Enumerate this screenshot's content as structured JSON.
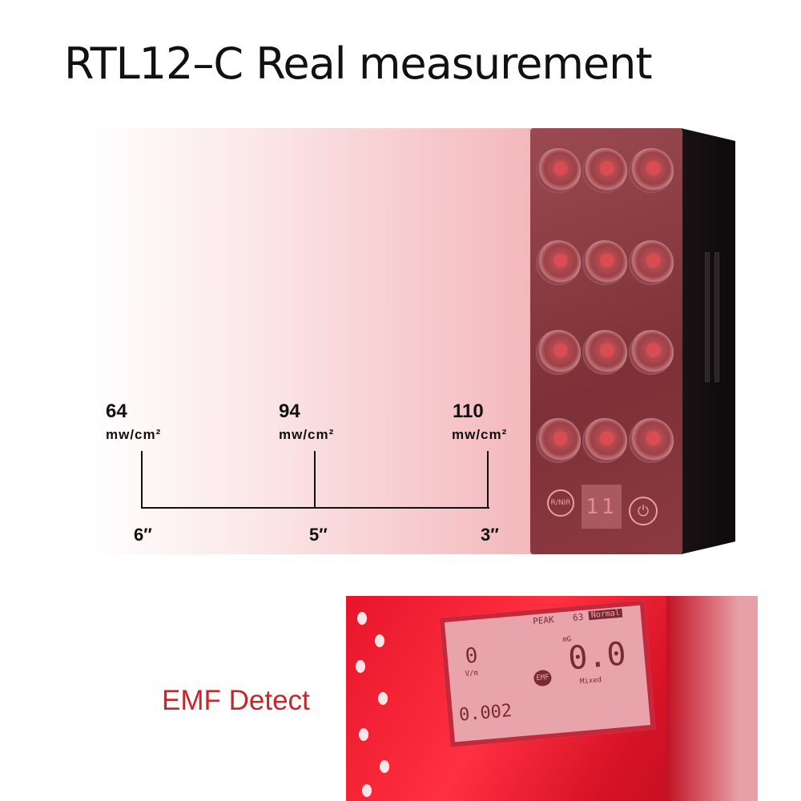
{
  "title": "RTL12–C Real measurement",
  "measurements": [
    {
      "value": "64",
      "unit": "mw/cm²",
      "distance": "6″"
    },
    {
      "value": "94",
      "unit": "mw/cm²",
      "distance": "5″"
    },
    {
      "value": "110",
      "unit": "mw/cm²",
      "distance": "3″"
    }
  ],
  "device": {
    "mode_button": "R/NIR",
    "display": "11",
    "power_icon": "power-icon",
    "led_count": 12
  },
  "emf": {
    "label": "EMF Detect",
    "meter": {
      "peak_label": "PEAK",
      "peak_value": "63",
      "status": "Normal",
      "ef_value": "0",
      "ef_unit": "V/m",
      "mg_unit": "mG",
      "mg_value": "0.0",
      "mode": "Mixed",
      "rf_value": "0.002",
      "badge": "EMF"
    }
  },
  "colors": {
    "accent_red": "#c7272b",
    "panel": "#8c3a41"
  }
}
